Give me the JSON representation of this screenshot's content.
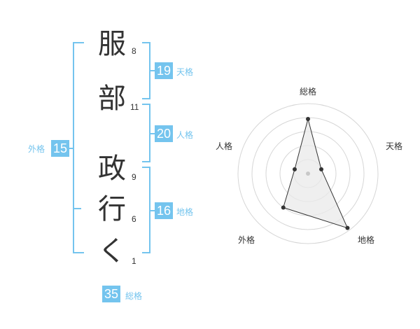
{
  "name": {
    "chars": [
      "服",
      "部",
      "政",
      "行",
      "く"
    ],
    "strokes": [
      "8",
      "11",
      "9",
      "6",
      "1"
    ]
  },
  "fortunes": {
    "tenkaku": {
      "value": "19",
      "label": "天格"
    },
    "jinkaku": {
      "value": "20",
      "label": "人格"
    },
    "chikaku": {
      "value": "16",
      "label": "地格"
    },
    "gaikaku": {
      "value": "15",
      "label": "外格"
    },
    "soukaku": {
      "value": "35",
      "label": "総格"
    }
  },
  "colors": {
    "accent": "#74c4ee",
    "text": "#333333",
    "grid": "#d6d6d6"
  },
  "chart_data": {
    "type": "radar",
    "axes": [
      "総格",
      "天格",
      "地格",
      "外格",
      "人格"
    ],
    "values": [
      0.78,
      0.2,
      0.96,
      0.6,
      0.2
    ],
    "rings": 5,
    "max": 1
  }
}
